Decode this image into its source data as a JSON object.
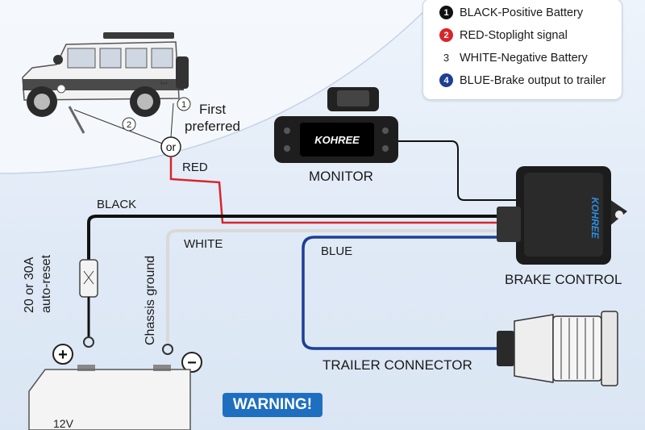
{
  "legend": {
    "items": [
      {
        "number": "1",
        "text": "BLACK-Positive Battery",
        "color": "#111111",
        "style": "filled"
      },
      {
        "number": "2",
        "text": "RED-Stoplight signal",
        "color": "#d7262b",
        "style": "filled"
      },
      {
        "number": "3",
        "text": "WHITE-Negative Battery",
        "color": "#ffffff",
        "style": "plain"
      },
      {
        "number": "4",
        "text": "BLUE-Brake output to trailer",
        "color": "#1d3f94",
        "style": "filled"
      }
    ]
  },
  "labels": {
    "first_preferred_line1": "First",
    "first_preferred_line2": "preferred",
    "or": "or",
    "marker_1": "1",
    "marker_2": "2",
    "red": "RED",
    "black": "BLACK",
    "white": "WHITE",
    "blue": "BLUE",
    "monitor": "MONITOR",
    "brake_control": "BRAKE CONTROL",
    "trailer_connector": "TRAILER CONNECTOR",
    "fuse_line1": "20 or 30A",
    "fuse_line2": "auto-reset",
    "chassis_ground": "Chassis ground",
    "plus": "+",
    "minus": "−",
    "warning": "WARNING!",
    "battery_voltage": "12V",
    "monitor_brand": "KOHREE",
    "brake_brand": "KOHREE",
    "vehicle_text": "4x4"
  },
  "colors": {
    "black_wire": "#111111",
    "red_wire": "#d7262b",
    "white_wire": "#d9d9d9",
    "blue_wire": "#1d3f94",
    "warning_bg": "#1f6fc0"
  }
}
